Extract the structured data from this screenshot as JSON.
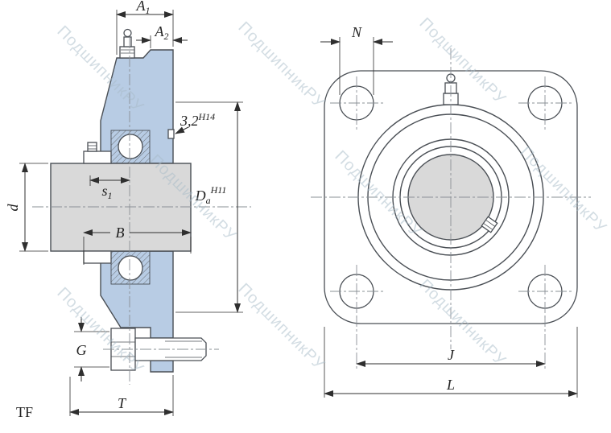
{
  "watermark": {
    "text": "ПодшипникРУ"
  },
  "dims": {
    "a1": {
      "base": "A",
      "sub": "1"
    },
    "a2": {
      "base": "A",
      "sub": "2"
    },
    "slot": {
      "base": "3,2",
      "sup": "H14"
    },
    "s1": {
      "base": "s",
      "sub": "1"
    },
    "d": {
      "base": "d"
    },
    "b": {
      "base": "B"
    },
    "da": {
      "base": "D",
      "sub": "a",
      "sup": "H11"
    },
    "g": {
      "base": "G"
    },
    "tf": {
      "base": "TF"
    },
    "t": {
      "base": "T"
    },
    "n": {
      "base": "N"
    },
    "j": {
      "base": "J"
    },
    "l": {
      "base": "L"
    }
  },
  "colors": {
    "housing_fill": "#b8cce4",
    "shaft_fill": "#d9d9d9",
    "outline": "#4a4f55",
    "dimension": "#2f2f2f",
    "centerline": "#8a9096",
    "watermark": "#a9bcc9",
    "background": "#ffffff"
  }
}
